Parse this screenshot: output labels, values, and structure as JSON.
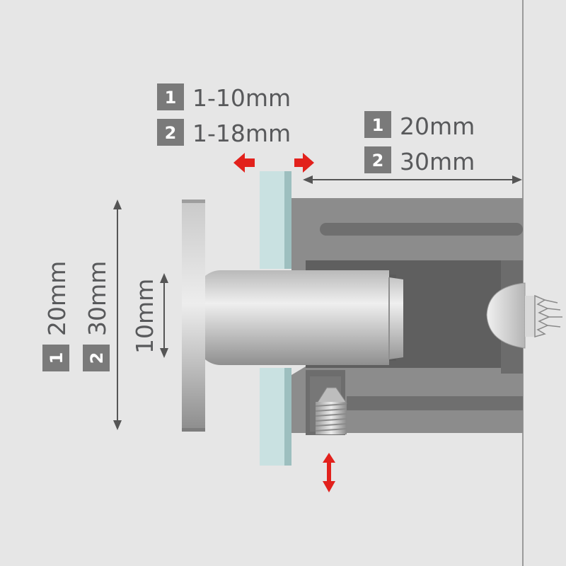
{
  "colors": {
    "background": "#e6e6e6",
    "wall_line": "#9a9a9a",
    "housing": "#8c8c8c",
    "housing_dark": "#6f6f6f",
    "inner_cavity": "#5f5f5f",
    "glass": "#c9e1e1",
    "metal_light": "#d8d8d8",
    "metal_dark": "#8a8a8a",
    "badge": "#7a7a7a",
    "text": "#58595b",
    "arrow_dark": "#555555",
    "arrow_red": "#e2211c"
  },
  "labels": {
    "glass_thickness": [
      {
        "badge": "1",
        "text": "1-10mm"
      },
      {
        "badge": "2",
        "text": "1-18mm"
      }
    ],
    "standoff_length": [
      {
        "badge": "1",
        "text": "20mm"
      },
      {
        "badge": "2",
        "text": "30mm"
      }
    ],
    "cap_diameter": [
      {
        "badge": "1",
        "text": "20mm"
      },
      {
        "badge": "2",
        "text": "30mm"
      }
    ],
    "shaft_diameter": "10mm"
  }
}
